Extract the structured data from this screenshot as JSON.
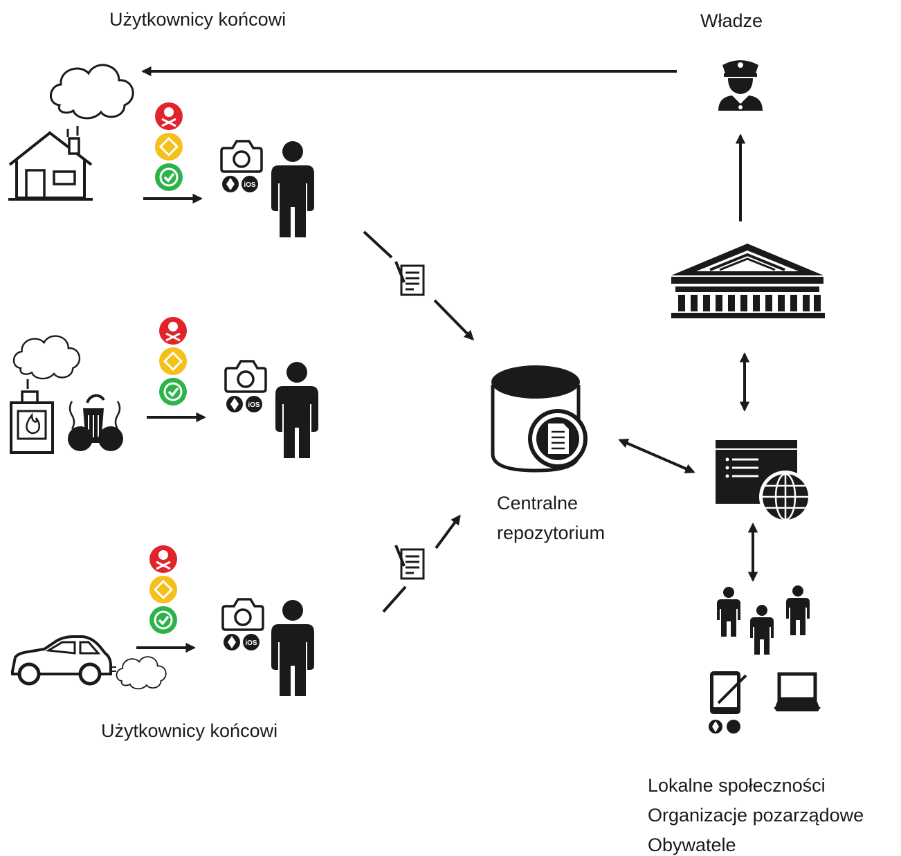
{
  "labels": {
    "end_users_top": "Użytkownicy końcowi",
    "authorities": "Władze",
    "end_users_bottom": "Użytkownicy końcowi",
    "repository_line1": "Centralne",
    "repository_line2": "repozytorium",
    "community_line1": "Lokalne społeczności",
    "community_line2": "Organizacje pozarządowe",
    "community_line3": "Obywatele"
  },
  "colors": {
    "ink": "#1a1a1a",
    "danger": "#e0242b",
    "warning": "#f4c01a",
    "ok": "#2db34a"
  },
  "icons": [
    "house-smoke-icon",
    "stove-waste-icon",
    "car-exhaust-icon",
    "traffic-light-icon",
    "camera-app-icon",
    "person-icon",
    "report-document-icon",
    "database-icon",
    "web-portal-icon",
    "government-building-icon",
    "police-officer-icon",
    "citizens-group-icon",
    "tablet-icon",
    "laptop-icon"
  ]
}
